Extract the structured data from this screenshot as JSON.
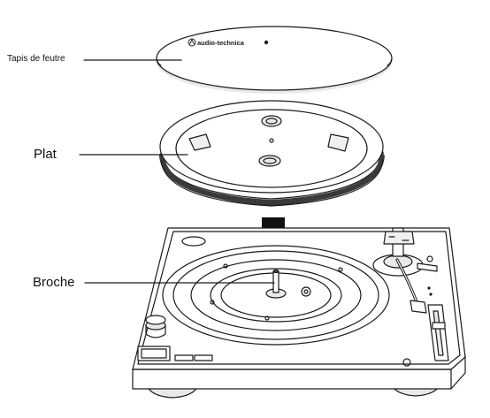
{
  "labels": {
    "felt_mat": "Tapis de feutre",
    "platter": "Plat",
    "spindle": "Broche"
  },
  "brand": "audio-technica",
  "colors": {
    "ink": "#1a1a1a",
    "arrow": "#111111",
    "paper": "#ffffff",
    "shade": "#e9e9e9"
  }
}
